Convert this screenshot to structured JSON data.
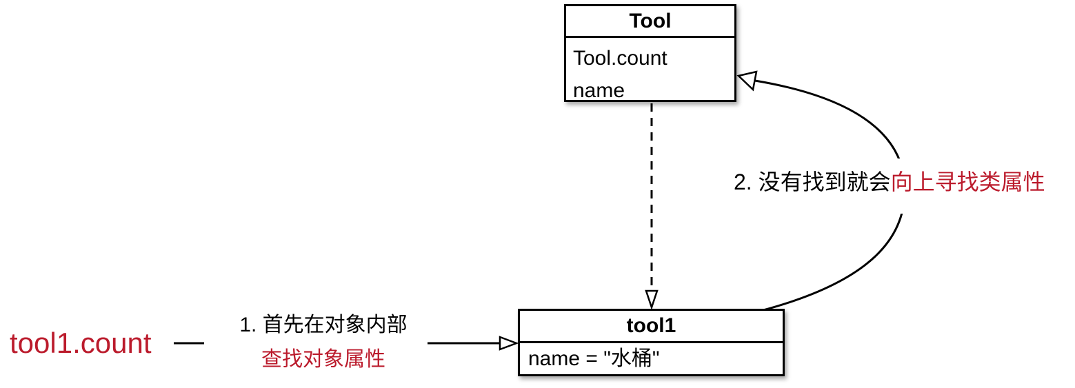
{
  "expression": {
    "label": "tool1.count"
  },
  "class_box": {
    "title": "Tool",
    "attributes": [
      "Tool.count",
      "name"
    ]
  },
  "instance_box": {
    "title": "tool1",
    "attributes": [
      "name = \"水桶\""
    ]
  },
  "annotations": {
    "step1": {
      "text_black": "1. 首先在对象内部",
      "text_red": "查找对象属性"
    },
    "step2": {
      "text_black": "2. 没有找到就会",
      "text_red": "向上寻找类属性"
    }
  },
  "colors": {
    "highlight_red": "#BB1B2C",
    "line_black": "#000000",
    "box_fill": "#FFFFFF"
  }
}
